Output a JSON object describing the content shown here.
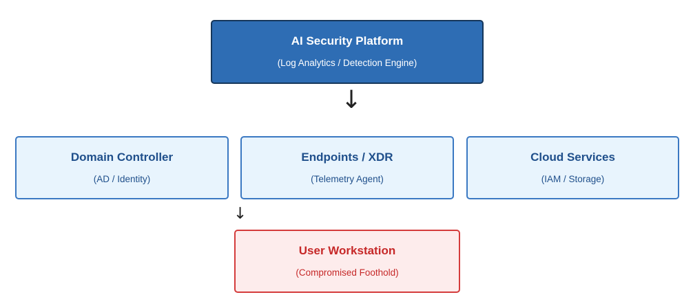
{
  "platform": {
    "title": "AI Security Platform",
    "subtitle": "(Log Analytics / Detection Engine)"
  },
  "arrows": {
    "main": "↓",
    "to_workstation": "↓"
  },
  "tier": [
    {
      "title": "Domain Controller",
      "subtitle": "(AD / Identity)"
    },
    {
      "title": "Endpoints / XDR",
      "subtitle": "(Telemetry Agent)"
    },
    {
      "title": "Cloud Services",
      "subtitle": "(IAM / Storage)"
    }
  ],
  "workstation": {
    "title": "User Workstation",
    "subtitle": "(Compromised Foothold)"
  },
  "colors": {
    "platform_fill": "#2e6db4",
    "platform_border": "#15365a",
    "tier_fill": "#e8f4fd",
    "tier_border": "#3a78c2",
    "tier_text": "#1f4f8b",
    "workstation_fill": "#fdecec",
    "workstation_border": "#d43b3b",
    "workstation_text": "#c62828"
  }
}
